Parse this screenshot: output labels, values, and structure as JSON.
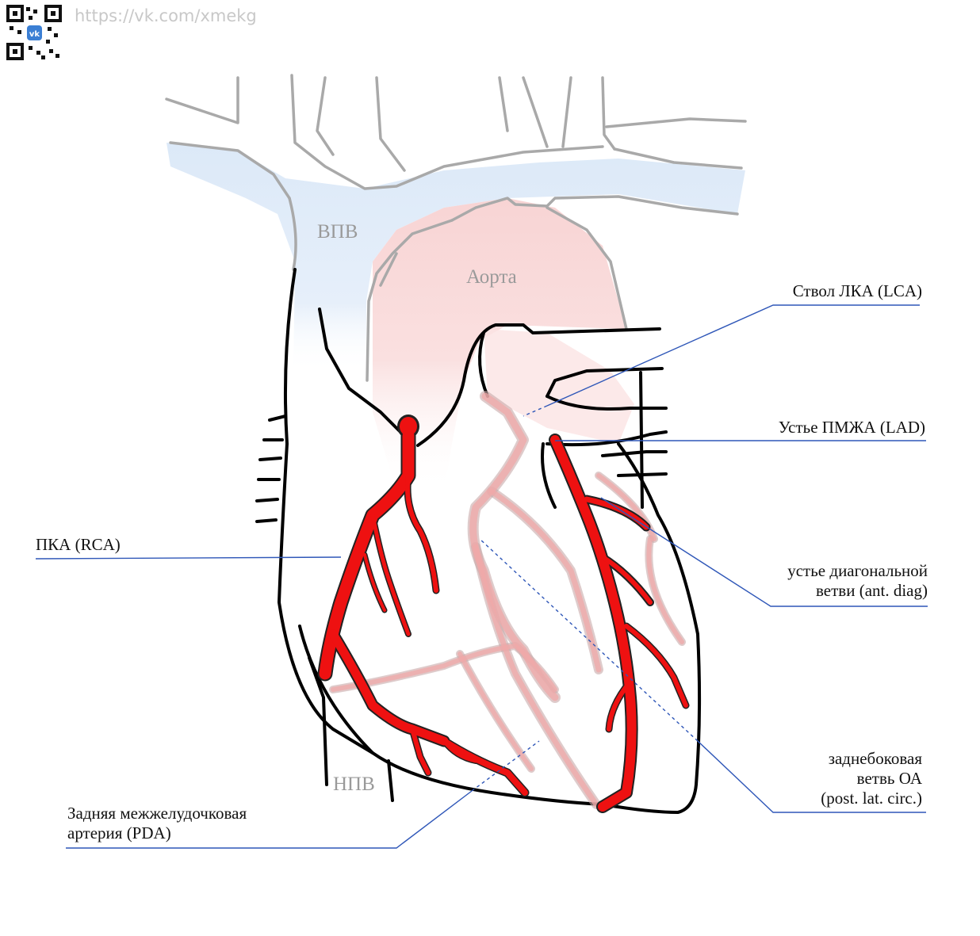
{
  "watermark": {
    "url": "https://vk.com/xmekg",
    "qr_icon": "qr-code-icon",
    "brand_icon": "vk-logo-icon"
  },
  "vessels": {
    "svc": "ВПВ",
    "aorta": "Аорта",
    "ivc": "НПВ"
  },
  "callouts": {
    "lca": [
      "Ствол ЛКА (LCA)"
    ],
    "lad": [
      "Устье ПМЖА (LAD)"
    ],
    "rca": [
      "ПКА (RCA)"
    ],
    "diag": [
      "устье диагональной",
      "ветви (ant. diag)"
    ],
    "plc": [
      "заднебоковая",
      "ветвь ОА",
      "(post. lat. circ.)"
    ],
    "pda": [
      "Задняя межжелудочковая",
      "артерия (PDA)"
    ]
  },
  "colors": {
    "artery": "#ee1111",
    "posterior_artery": "#f0a8a8",
    "svc_fill": "#dbe8f8",
    "aorta_fill": "#f8d8d8",
    "leader": "#2f57b8"
  }
}
